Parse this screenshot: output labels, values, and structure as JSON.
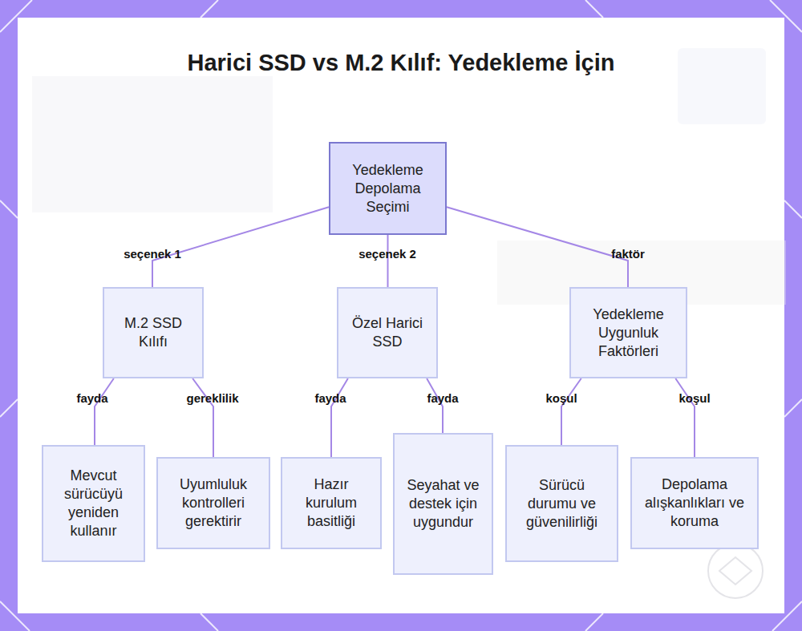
{
  "diagram": {
    "title": "Harici SSD vs M.2 Kılıf: Yedekleme İçin",
    "nodes": [
      {
        "text": [
          "Yedekleme Depolama Seçimi"
        ]
      },
      {
        "text": [
          "M.2 SSD Kılıfı"
        ]
      },
      {
        "text": [
          "Özel Harici SSD"
        ]
      },
      {
        "text": [
          "Yedekleme Uygunluk Faktörleri"
        ]
      },
      {
        "text": [
          "Mevcut sürücüyü yeniden kullanır"
        ]
      },
      {
        "text": [
          "Uyumluluk kontrolleri gerektirir"
        ]
      },
      {
        "text": [
          "Hazır kurulum basitliği"
        ]
      },
      {
        "text": [
          "Seyahat ve destek için uygundur"
        ]
      },
      {
        "text": [
          "Sürücü durumu ve güvenilirliği"
        ]
      },
      {
        "text": [
          "Depolama alışkanlıkları ve koruma"
        ]
      }
    ],
    "edges": [
      {
        "from": 0,
        "to": 1,
        "label": "seçenek 1",
        "arrow": "none"
      },
      {
        "from": 0,
        "to": 2,
        "label": "seçenek 2",
        "arrow": "none"
      },
      {
        "from": 0,
        "to": 3,
        "label": "faktör",
        "arrow": "none"
      },
      {
        "from": 1,
        "to": 4,
        "label": "fayda",
        "arrow": "none"
      },
      {
        "from": 1,
        "to": 5,
        "label": "gereklilik",
        "arrow": "none"
      },
      {
        "from": 2,
        "to": 6,
        "label": "fayda",
        "arrow": "none"
      },
      {
        "from": 2,
        "to": 7,
        "label": "fayda",
        "arrow": "none"
      },
      {
        "from": 3,
        "to": 8,
        "label": "koşul",
        "arrow": "none"
      },
      {
        "from": 3,
        "to": 9,
        "label": "koşul",
        "arrow": "none"
      }
    ]
  }
}
